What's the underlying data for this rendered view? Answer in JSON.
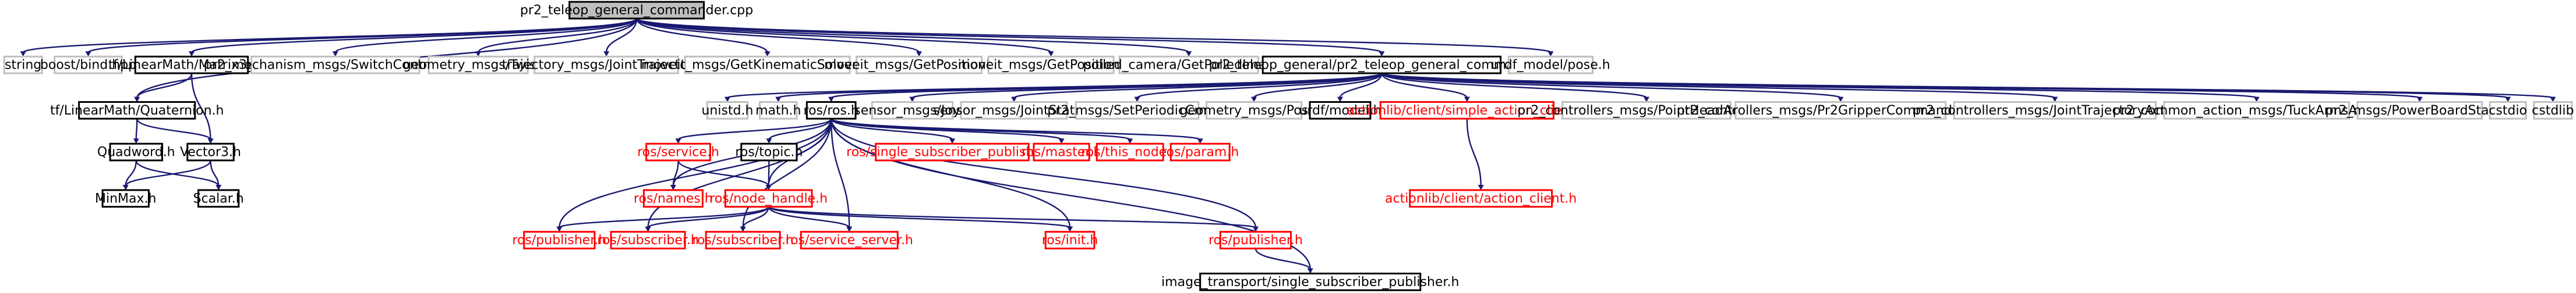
{
  "colors": {
    "edge": "#191970",
    "node_border_ok": "#bfbfbf",
    "node_border_missing": "#ff0000",
    "node_border_root": "#000000",
    "root_fill": "#bfbfbf",
    "text_missing": "#ff0000",
    "text": "#000000"
  },
  "nodes": [
    {
      "id": "root",
      "label": "pr2_teleop_general_commander.cpp",
      "kind": "root"
    },
    {
      "id": "string",
      "label": "string",
      "kind": "ok"
    },
    {
      "id": "boost_bind",
      "label": "boost/bind.hpp",
      "kind": "ok"
    },
    {
      "id": "matrix3x3",
      "label": "tf/LinearMath/Matrix3x3.h",
      "kind": "dark"
    },
    {
      "id": "switch_ctrl",
      "label": "pr2_mechanism_msgs/SwitchController.h",
      "kind": "ok"
    },
    {
      "id": "geom_twist",
      "label": "geometry_msgs/Twist.h",
      "kind": "ok"
    },
    {
      "id": "traj_joint",
      "label": "trajectory_msgs/JointTrajectory.h",
      "kind": "ok"
    },
    {
      "id": "moveit_kin",
      "label": "moveit_msgs/GetKinematicSolverInfo.h",
      "kind": "ok"
    },
    {
      "id": "moveit_fk",
      "label": "moveit_msgs/GetPositionFK.h",
      "kind": "ok"
    },
    {
      "id": "moveit_ik",
      "label": "moveit_msgs/GetPositionIK.h",
      "kind": "ok"
    },
    {
      "id": "polled_cam",
      "label": "polled_camera/GetPolledImage.h",
      "kind": "ok"
    },
    {
      "id": "cmdr_h",
      "label": "pr2_teleop_general/pr2_teleop_general_commander.h",
      "kind": "dark"
    },
    {
      "id": "urdf_pose",
      "label": "urdf_model/pose.h",
      "kind": "ok"
    },
    {
      "id": "quaternion",
      "label": "tf/LinearMath/Quaternion.h",
      "kind": "dark"
    },
    {
      "id": "unistd",
      "label": "unistd.h",
      "kind": "ok"
    },
    {
      "id": "math",
      "label": "math.h",
      "kind": "ok"
    },
    {
      "id": "ros_ros",
      "label": "ros/ros.h",
      "kind": "dark"
    },
    {
      "id": "sensor_joy",
      "label": "sensor_msgs/Joy.h",
      "kind": "ok"
    },
    {
      "id": "sensor_joint",
      "label": "sensor_msgs/JointState.h",
      "kind": "ok"
    },
    {
      "id": "periodic_cmd",
      "label": "pr2_msgs/SetPeriodicCmd.h",
      "kind": "ok"
    },
    {
      "id": "geom_pose",
      "label": "geometry_msgs/Pose.h",
      "kind": "ok"
    },
    {
      "id": "urdf_model",
      "label": "urdf/model.h",
      "kind": "dark"
    },
    {
      "id": "sac_client",
      "label": "actionlib/client/simple_action_client.h",
      "kind": "missing"
    },
    {
      "id": "point_head",
      "label": "pr2_controllers_msgs/PointHeadAction.h",
      "kind": "ok"
    },
    {
      "id": "gripper_cmd",
      "label": "pr2_controllers_msgs/Pr2GripperCommandAction.h",
      "kind": "ok"
    },
    {
      "id": "jt_action",
      "label": "pr2_controllers_msgs/JointTrajectoryAction.h",
      "kind": "ok"
    },
    {
      "id": "tuck_arms",
      "label": "pr2_common_action_msgs/TuckArmsAction.h",
      "kind": "ok"
    },
    {
      "id": "power_board",
      "label": "pr2_msgs/PowerBoardState.h",
      "kind": "ok"
    },
    {
      "id": "cstdio",
      "label": "cstdio",
      "kind": "ok"
    },
    {
      "id": "cstdlib",
      "label": "cstdlib",
      "kind": "ok"
    },
    {
      "id": "quadword",
      "label": "Quadword.h",
      "kind": "dark"
    },
    {
      "id": "vector3",
      "label": "Vector3.h",
      "kind": "dark"
    },
    {
      "id": "ros_service",
      "label": "ros/service.h",
      "kind": "missing"
    },
    {
      "id": "ros_topic",
      "label": "ros/topic.h",
      "kind": "dark"
    },
    {
      "id": "single_sub_pub",
      "label": "ros/single_subscriber_publisher.h",
      "kind": "missing"
    },
    {
      "id": "ros_master",
      "label": "ros/master.h",
      "kind": "missing"
    },
    {
      "id": "this_node",
      "label": "ros/this_node.h",
      "kind": "missing"
    },
    {
      "id": "ros_param",
      "label": "ros/param.h",
      "kind": "missing"
    },
    {
      "id": "action_client",
      "label": "actionlib/client/action_client.h",
      "kind": "missing"
    },
    {
      "id": "minmax",
      "label": "MinMax.h",
      "kind": "dark"
    },
    {
      "id": "scalar",
      "label": "Scalar.h",
      "kind": "dark"
    },
    {
      "id": "ros_names",
      "label": "ros/names.h",
      "kind": "missing"
    },
    {
      "id": "node_handle",
      "label": "ros/node_handle.h",
      "kind": "missing"
    },
    {
      "id": "ros_publisher",
      "label": "ros/publisher.h",
      "kind": "missing"
    },
    {
      "id": "ros_subscriber",
      "label": "ros/subscriber.h",
      "kind": "missing"
    },
    {
      "id": "ros_subscriber2",
      "label": "ros/subscriber.h",
      "kind": "missing"
    },
    {
      "id": "service_server",
      "label": "ros/service_server.h",
      "kind": "missing"
    },
    {
      "id": "ros_init",
      "label": "ros/init.h",
      "kind": "missing"
    },
    {
      "id": "ros_publisher2",
      "label": "ros/publisher.h",
      "kind": "missing"
    },
    {
      "id": "it_single_sub",
      "label": "image_transport/single_subscriber_publisher.h",
      "kind": "dark"
    }
  ],
  "edges": [
    [
      "root",
      "string"
    ],
    [
      "root",
      "boost_bind"
    ],
    [
      "root",
      "matrix3x3"
    ],
    [
      "root",
      "switch_ctrl"
    ],
    [
      "root",
      "geom_twist"
    ],
    [
      "root",
      "traj_joint"
    ],
    [
      "root",
      "moveit_kin"
    ],
    [
      "root",
      "moveit_fk"
    ],
    [
      "root",
      "moveit_ik"
    ],
    [
      "root",
      "polled_cam"
    ],
    [
      "root",
      "cmdr_h"
    ],
    [
      "root",
      "urdf_pose"
    ],
    [
      "root",
      "quaternion"
    ],
    [
      "matrix3x3",
      "quaternion"
    ],
    [
      "matrix3x3",
      "vector3"
    ],
    [
      "quaternion",
      "quadword"
    ],
    [
      "quaternion",
      "vector3"
    ],
    [
      "quadword",
      "minmax"
    ],
    [
      "quadword",
      "scalar"
    ],
    [
      "vector3",
      "scalar"
    ],
    [
      "vector3",
      "minmax"
    ],
    [
      "cmdr_h",
      "unistd"
    ],
    [
      "cmdr_h",
      "math"
    ],
    [
      "cmdr_h",
      "ros_ros"
    ],
    [
      "cmdr_h",
      "sensor_joy"
    ],
    [
      "cmdr_h",
      "sensor_joint"
    ],
    [
      "cmdr_h",
      "periodic_cmd"
    ],
    [
      "cmdr_h",
      "geom_pose"
    ],
    [
      "cmdr_h",
      "urdf_model"
    ],
    [
      "cmdr_h",
      "sac_client"
    ],
    [
      "cmdr_h",
      "point_head"
    ],
    [
      "cmdr_h",
      "gripper_cmd"
    ],
    [
      "cmdr_h",
      "jt_action"
    ],
    [
      "cmdr_h",
      "tuck_arms"
    ],
    [
      "cmdr_h",
      "power_board"
    ],
    [
      "cmdr_h",
      "cstdio"
    ],
    [
      "cmdr_h",
      "cstdlib"
    ],
    [
      "sac_client",
      "action_client"
    ],
    [
      "ros_ros",
      "ros_service"
    ],
    [
      "ros_ros",
      "ros_topic"
    ],
    [
      "ros_ros",
      "single_sub_pub"
    ],
    [
      "ros_ros",
      "ros_master"
    ],
    [
      "ros_ros",
      "this_node"
    ],
    [
      "ros_ros",
      "ros_param"
    ],
    [
      "ros_ros",
      "node_handle"
    ],
    [
      "ros_ros",
      "ros_names"
    ],
    [
      "ros_ros",
      "ros_publisher"
    ],
    [
      "ros_ros",
      "ros_subscriber"
    ],
    [
      "ros_ros",
      "ros_subscriber2"
    ],
    [
      "ros_ros",
      "service_server"
    ],
    [
      "ros_ros",
      "ros_init"
    ],
    [
      "ros_ros",
      "ros_publisher2"
    ],
    [
      "ros_ros",
      "it_single_sub"
    ],
    [
      "ros_service",
      "ros_names"
    ],
    [
      "ros_service",
      "node_handle"
    ],
    [
      "ros_topic",
      "node_handle"
    ],
    [
      "node_handle",
      "ros_publisher"
    ],
    [
      "node_handle",
      "ros_subscriber"
    ],
    [
      "node_handle",
      "ros_subscriber2"
    ],
    [
      "node_handle",
      "service_server"
    ],
    [
      "node_handle",
      "ros_init"
    ],
    [
      "node_handle",
      "ros_publisher2"
    ],
    [
      "ros_publisher2",
      "it_single_sub"
    ]
  ]
}
